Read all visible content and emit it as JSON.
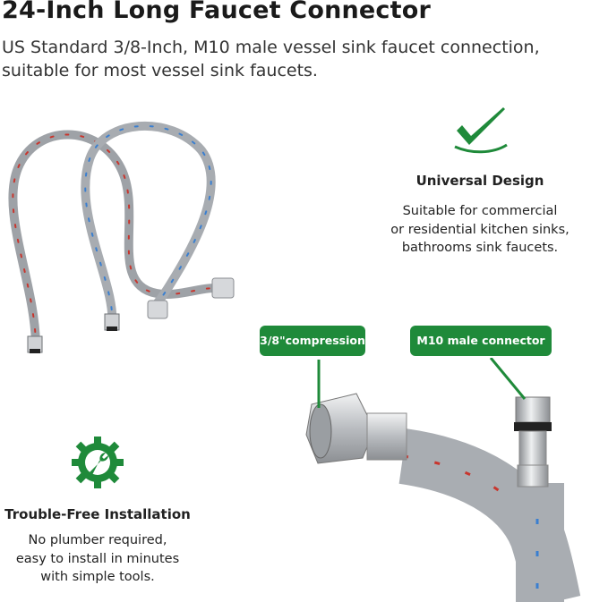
{
  "header": {
    "title": "24-Inch Long Faucet Connector",
    "subtitle": "US Standard 3/8-Inch, M10 male vessel sink faucet connection, suitable for most vessel sink faucets."
  },
  "features": {
    "universal": {
      "icon": "checkmark-icon",
      "title": "Universal Design",
      "line1": "Suitable for commercial",
      "line2": "or residential kitchen sinks,",
      "line3": "bathrooms sink faucets."
    },
    "install": {
      "icon": "wrench-gear-icon",
      "title": "Trouble-Free Installation",
      "line1": "No plumber required,",
      "line2": "easy to install in minutes",
      "line3": "with simple tools."
    }
  },
  "callouts": {
    "compression": "3/8\"compression",
    "male": "M10 male connector"
  },
  "colors": {
    "accent_green": "#1f8a3a",
    "braid_red": "#c8362e",
    "braid_blue": "#3a7fd0",
    "steel": "#b9bcc0"
  }
}
